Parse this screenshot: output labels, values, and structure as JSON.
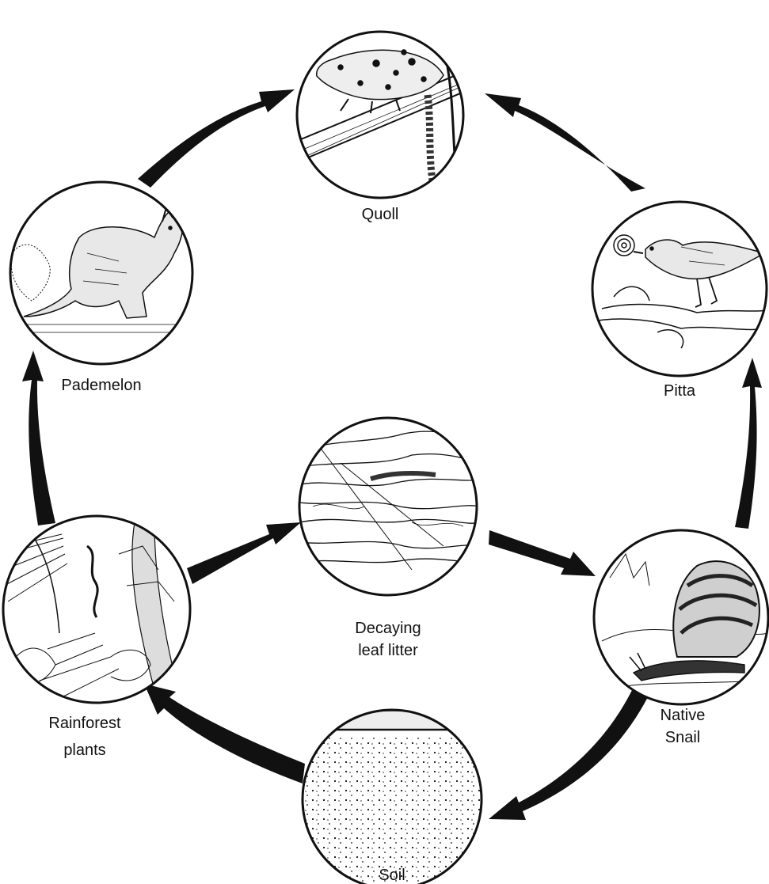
{
  "diagram": {
    "type": "food-web",
    "ink_color": "#111111",
    "background_color": "#ffffff",
    "nodes": {
      "quoll": {
        "label": "Quoll",
        "icon": "quoll-icon"
      },
      "pademelon": {
        "label": "Pademelon",
        "icon": "pademelon-icon"
      },
      "pitta": {
        "label": "Pitta",
        "icon": "pitta-bird-icon"
      },
      "leaf_litter": {
        "label_line1": "Decaying",
        "label_line2": "leaf litter",
        "icon": "leaf-litter-icon"
      },
      "rainforest_plants": {
        "label_line1": "Rainforest",
        "label_line2": "plants",
        "icon": "rainforest-plants-icon"
      },
      "native_snail": {
        "label_line1": "Native",
        "label_line2": "Snail",
        "icon": "snail-icon"
      },
      "soil": {
        "label": "Soil",
        "icon": "soil-icon"
      }
    },
    "arrows": [
      {
        "from": "pademelon",
        "to": "quoll"
      },
      {
        "from": "pitta",
        "to": "quoll"
      },
      {
        "from": "rainforest_plants",
        "to": "pademelon"
      },
      {
        "from": "native_snail",
        "to": "pitta"
      },
      {
        "from": "rainforest_plants",
        "to": "leaf_litter"
      },
      {
        "from": "leaf_litter",
        "to": "native_snail"
      },
      {
        "from": "native_snail",
        "to": "soil"
      },
      {
        "from": "soil",
        "to": "rainforest_plants"
      }
    ]
  }
}
